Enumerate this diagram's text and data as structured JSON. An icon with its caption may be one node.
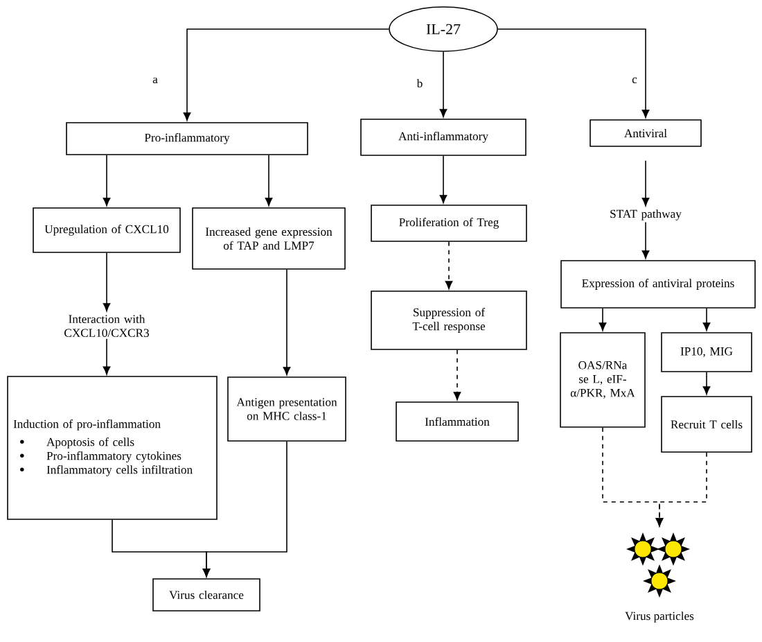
{
  "diagram": {
    "nodes": [
      {
        "text": [
          "IL-27"
        ]
      },
      {
        "text": [
          "Pro-inflammatory"
        ]
      },
      {
        "text": [
          "Anti-inflammatory"
        ]
      },
      {
        "text": [
          "Antiviral"
        ]
      },
      {
        "text": [
          "Upregulation of CXCL10"
        ]
      },
      {
        "text": [
          "Increased gene expression of TAP and LMP7"
        ]
      },
      {
        "text": [
          "Proliferation of Treg"
        ]
      },
      {
        "text": [
          "STAT pathway"
        ]
      },
      {
        "text": [
          "Expression of antiviral proteins"
        ]
      },
      {
        "text": [
          "Suppression of T-cell response"
        ]
      },
      {
        "text": [
          "Interaction with CXCL10/CXCR3"
        ]
      },
      {
        "text": [
          "OAS/RNa se L, eIF-α/PKR, MxA"
        ]
      },
      {
        "text": [
          "IP10, MIG"
        ]
      },
      {
        "text": [
          "Induction of pro-inflammation",
          "Apoptosis of cells",
          "Pro-inflammatory cytokines",
          "Inflammatory cells infiltration"
        ]
      },
      {
        "text": [
          "Antigen presentation on MHC class-1"
        ]
      },
      {
        "text": [
          "Inflammation"
        ]
      },
      {
        "text": [
          "Recruit T cells"
        ]
      },
      {
        "text": [
          "Virus clearance"
        ]
      },
      {
        "text": [],
        "shape": "picture",
        "beside": [
          "Virus particles"
        ]
      }
    ],
    "edges": [
      {
        "from": 0,
        "to": 1,
        "arrow": "to",
        "label": "a"
      },
      {
        "from": 0,
        "to": 2,
        "arrow": "to",
        "label": "b"
      },
      {
        "from": 0,
        "to": 3,
        "arrow": "to",
        "label": "c"
      },
      {
        "from": 1,
        "to": 4,
        "arrow": "to"
      },
      {
        "from": 1,
        "to": 5,
        "arrow": "to"
      },
      {
        "from": 2,
        "to": 6,
        "arrow": "to"
      },
      {
        "from": 3,
        "to": 7,
        "arrow": "to"
      },
      {
        "from": 4,
        "to": 10,
        "arrow": "to"
      },
      {
        "from": 5,
        "to": 14,
        "arrow": "to"
      },
      {
        "from": 6,
        "to": 9,
        "arrow": "to",
        "style": "dashed"
      },
      {
        "from": 7,
        "to": 8,
        "arrow": "to"
      },
      {
        "from": 10,
        "to": 13,
        "arrow": "to"
      },
      {
        "from": 9,
        "to": 15,
        "arrow": "to",
        "style": "dashed"
      },
      {
        "from": 8,
        "to": 11,
        "arrow": "to"
      },
      {
        "from": 8,
        "to": 12,
        "arrow": "to"
      },
      {
        "from": 12,
        "to": 16,
        "arrow": "to"
      },
      {
        "from": 13,
        "to": 17,
        "arrow": "to"
      },
      {
        "from": 14,
        "to": 17,
        "arrow": "to"
      },
      {
        "from": 11,
        "to": 18,
        "arrow": "to",
        "style": "dashed"
      },
      {
        "from": 16,
        "to": 18,
        "arrow": "to",
        "style": "dashed"
      }
    ]
  }
}
